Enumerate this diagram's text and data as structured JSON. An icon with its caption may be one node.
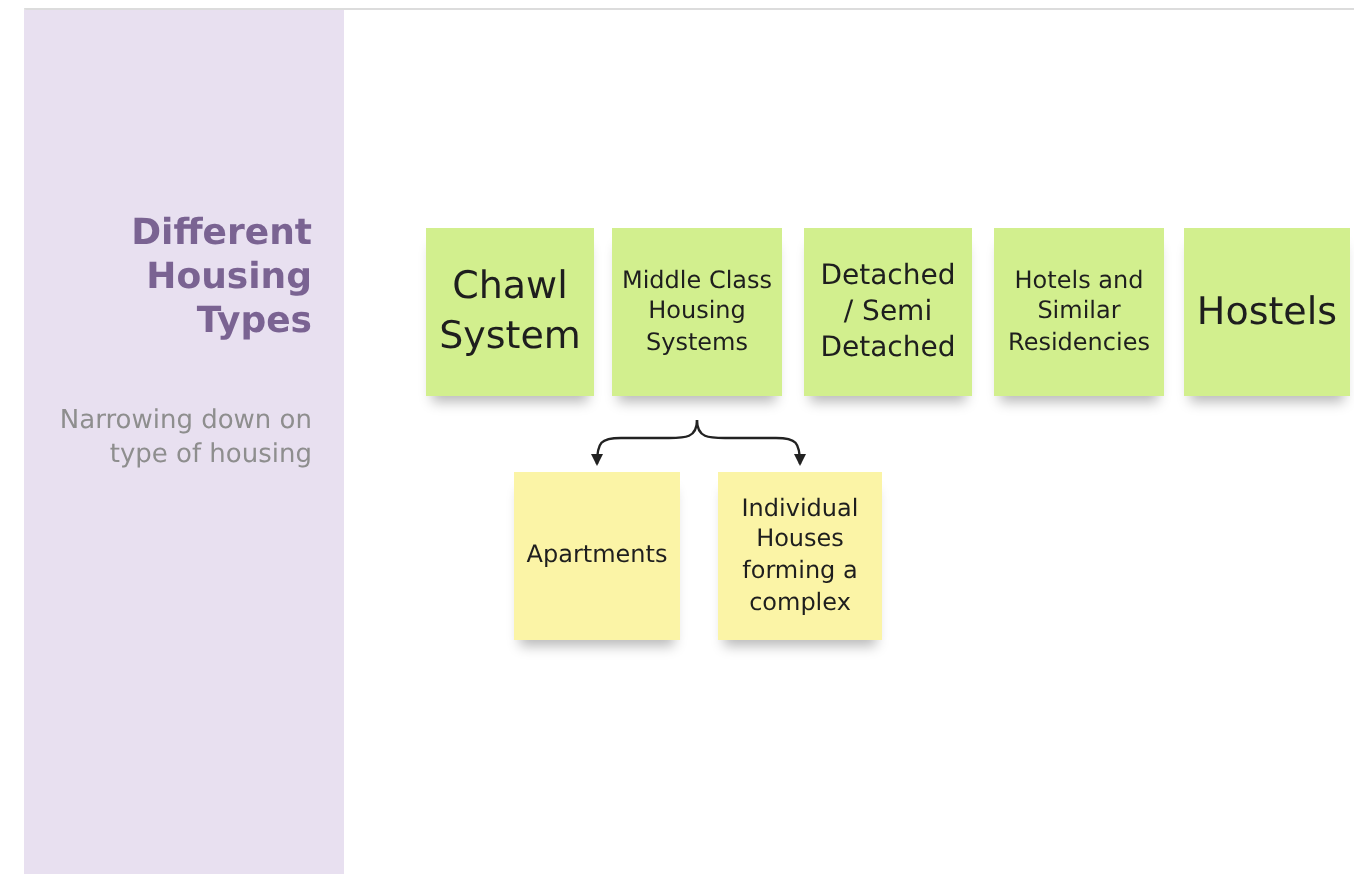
{
  "diagram": {
    "title": "Different Housing Types",
    "nodes": [
      {
        "text": [
          "Chawl System"
        ]
      },
      {
        "text": [
          "Middle Class Housing Systems"
        ]
      },
      {
        "text": [
          "Detached / Semi Detached"
        ]
      },
      {
        "text": [
          "Hotels and Similar Residencies"
        ]
      },
      {
        "text": [
          "Hostels"
        ]
      },
      {
        "text": [
          "Apartments"
        ]
      },
      {
        "text": [
          "Individual Houses forming a complex"
        ]
      }
    ],
    "edges": [
      {
        "from": 1,
        "to": 5,
        "arrow": "to"
      },
      {
        "from": 1,
        "to": 6,
        "arrow": "to"
      }
    ],
    "labels": [
      "Narrowing down on type of housing"
    ]
  }
}
